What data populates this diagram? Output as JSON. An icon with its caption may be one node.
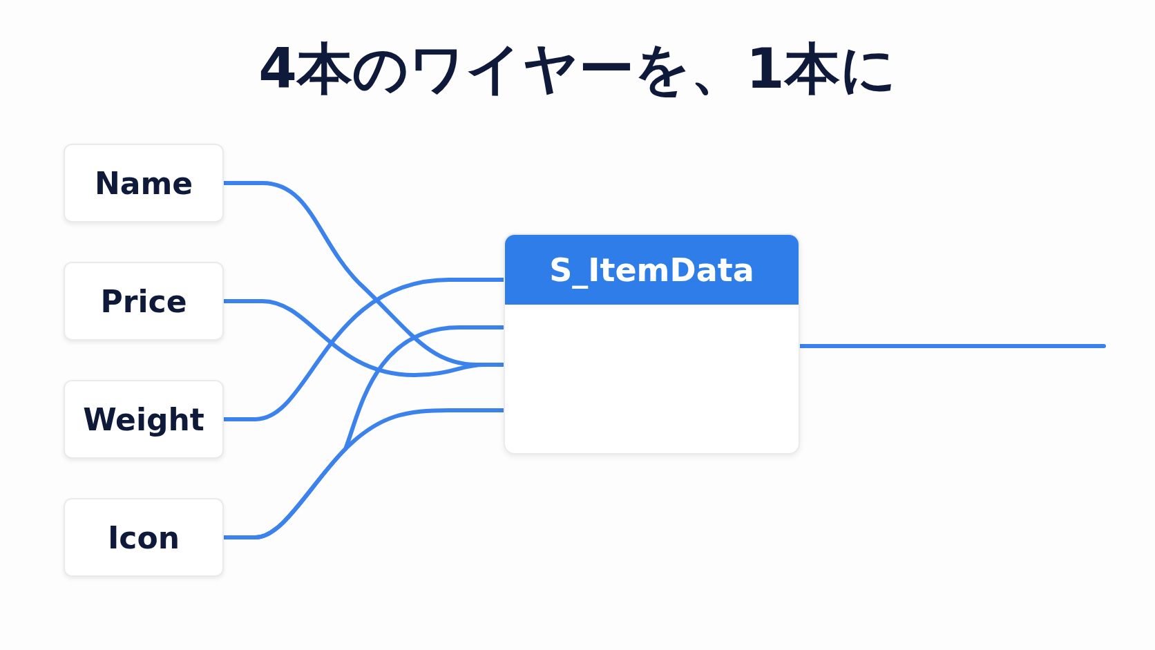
{
  "diagram": {
    "title": "4本のワイヤーを、1本に",
    "nodes": [
      {
        "text": [
          "Name"
        ]
      },
      {
        "text": [
          "Price"
        ]
      },
      {
        "text": [
          "Weight"
        ]
      },
      {
        "text": [
          "Icon"
        ]
      },
      {
        "text": [
          "S_ItemData"
        ]
      }
    ],
    "edges": [
      {
        "from": 0,
        "to": 4,
        "arrow": "none"
      },
      {
        "from": 1,
        "to": 4,
        "arrow": "none"
      },
      {
        "from": 2,
        "to": 4,
        "arrow": "none"
      },
      {
        "from": 3,
        "to": 4,
        "arrow": "none"
      },
      {
        "from": 3,
        "to": 4,
        "arrow": "none"
      },
      {
        "from": 4,
        "to": null,
        "arrow": "none"
      }
    ]
  }
}
